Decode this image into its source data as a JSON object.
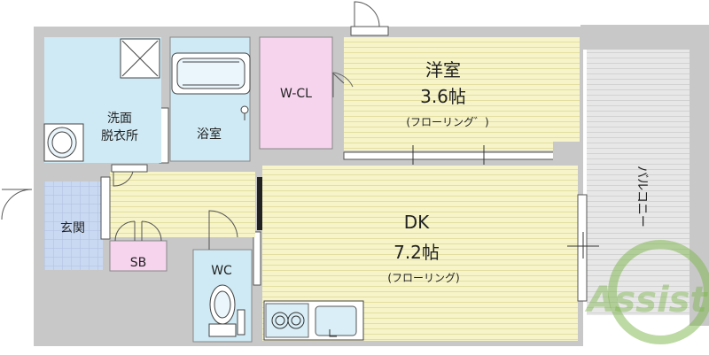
{
  "rooms": {
    "western_room": {
      "name": "洋室",
      "size": "3.6帖",
      "floor": "(フローリング゛)"
    },
    "dk": {
      "name": "DK",
      "size": "7.2帖",
      "floor": "(フローリング)"
    },
    "walk_in_closet": {
      "name": "W-CL"
    },
    "bathroom": {
      "name": "浴室"
    },
    "washroom": {
      "line1": "洗面",
      "line2": "脱衣所"
    },
    "entrance": {
      "name": "玄関"
    },
    "shoe_box": {
      "name": "SB"
    },
    "toilet": {
      "name": "WC"
    },
    "balcony": {
      "name": "バルコニー"
    }
  },
  "watermark": {
    "text": "Assist"
  },
  "colors": {
    "wall": "#c8c8c8",
    "western_room": "#f6f4c8",
    "dk": "#f6f4c8",
    "walk_in_closet": "#f6d4ee",
    "bathroom": "#cfeaf4",
    "washroom": "#cfeaf4",
    "entrance": "#c9d9f2",
    "shoe_box": "#f6d4ee",
    "balcony": "#e4e4e4",
    "watermark": "#7bb54a"
  }
}
